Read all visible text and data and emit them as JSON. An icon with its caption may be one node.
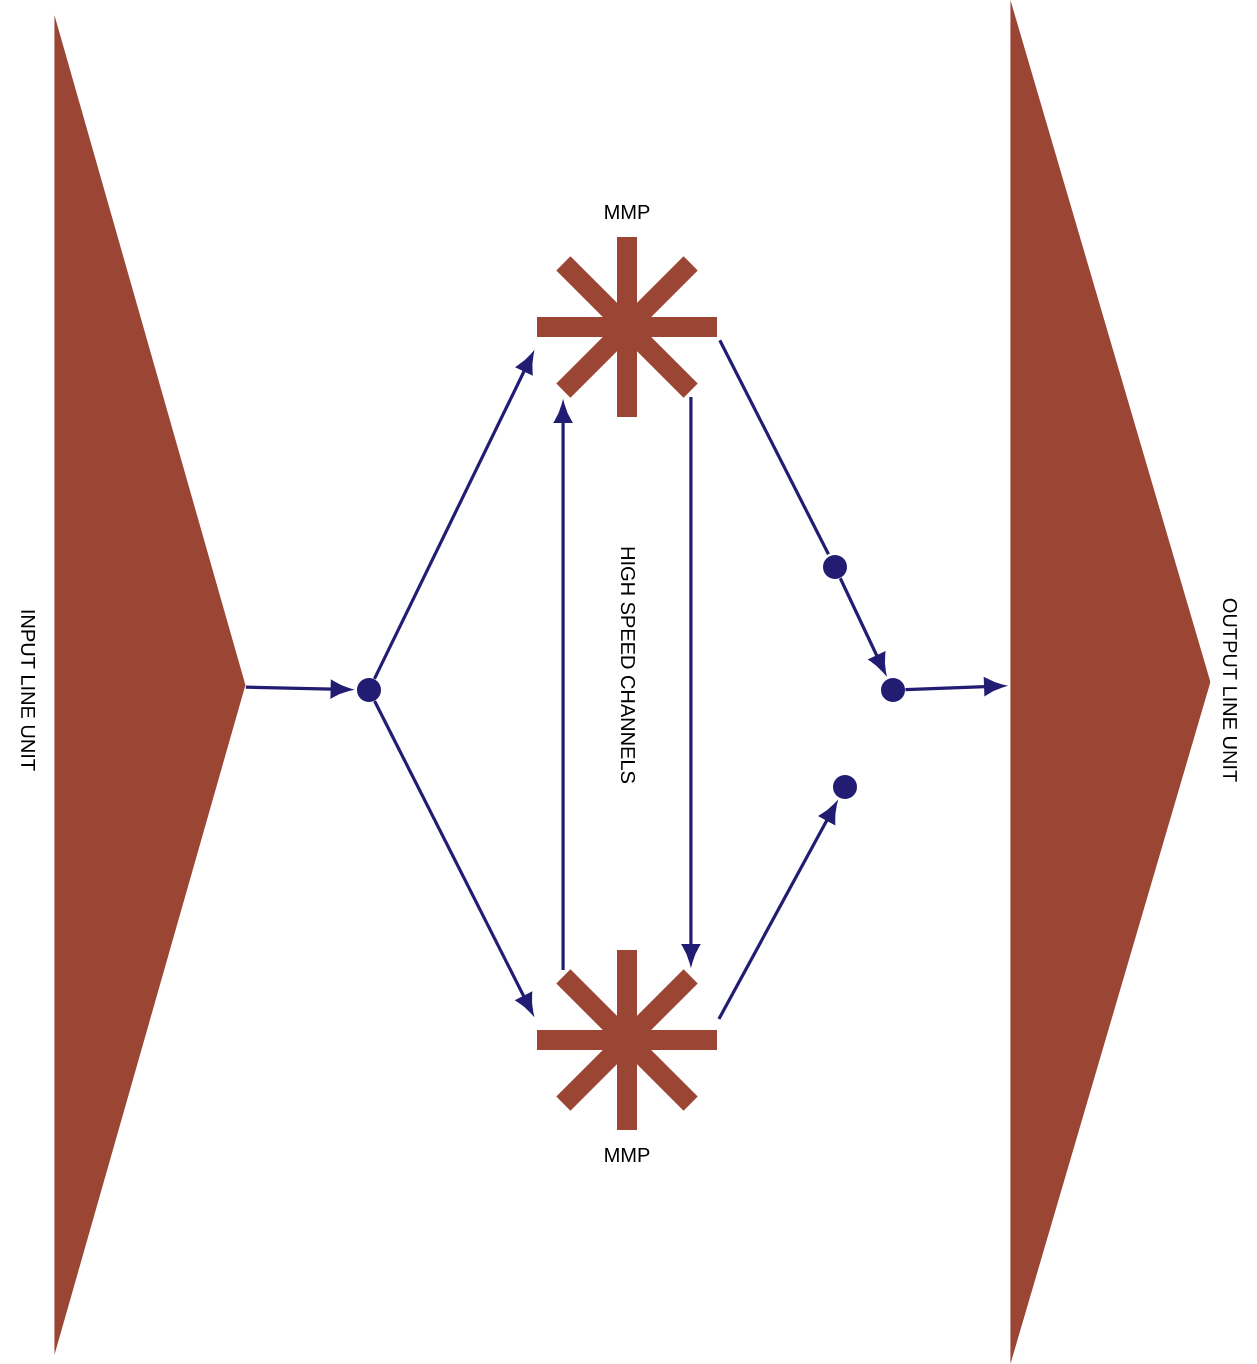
{
  "diagram": {
    "nodes": [
      {
        "text": [
          "INPUT LINE UNIT"
        ]
      },
      {
        "text": [
          "OUTPUT LINE UNIT"
        ]
      },
      {
        "text": [
          "MMP"
        ]
      },
      {
        "text": [
          "MMP"
        ]
      },
      {
        "text": [],
        "shape": "circle"
      },
      {
        "text": [],
        "shape": "circle"
      },
      {
        "text": [],
        "shape": "circle"
      },
      {
        "text": [],
        "shape": "circle"
      }
    ],
    "edges": [
      {
        "from": 0,
        "to": 4,
        "arrow": "to"
      },
      {
        "from": 4,
        "to": 2,
        "arrow": "to"
      },
      {
        "from": 4,
        "to": 3,
        "arrow": "to"
      },
      {
        "from": 3,
        "to": 2,
        "arrow": "to"
      },
      {
        "from": 2,
        "to": 3,
        "arrow": "to"
      },
      {
        "from": 2,
        "to": 5,
        "arrow": "none"
      },
      {
        "from": 5,
        "to": 6,
        "arrow": "to"
      },
      {
        "from": 6,
        "to": 1,
        "arrow": "to"
      },
      {
        "from": 3,
        "to": 7,
        "arrow": "to"
      }
    ],
    "labels": [
      "HIGH SPEED CHANNELS"
    ]
  }
}
